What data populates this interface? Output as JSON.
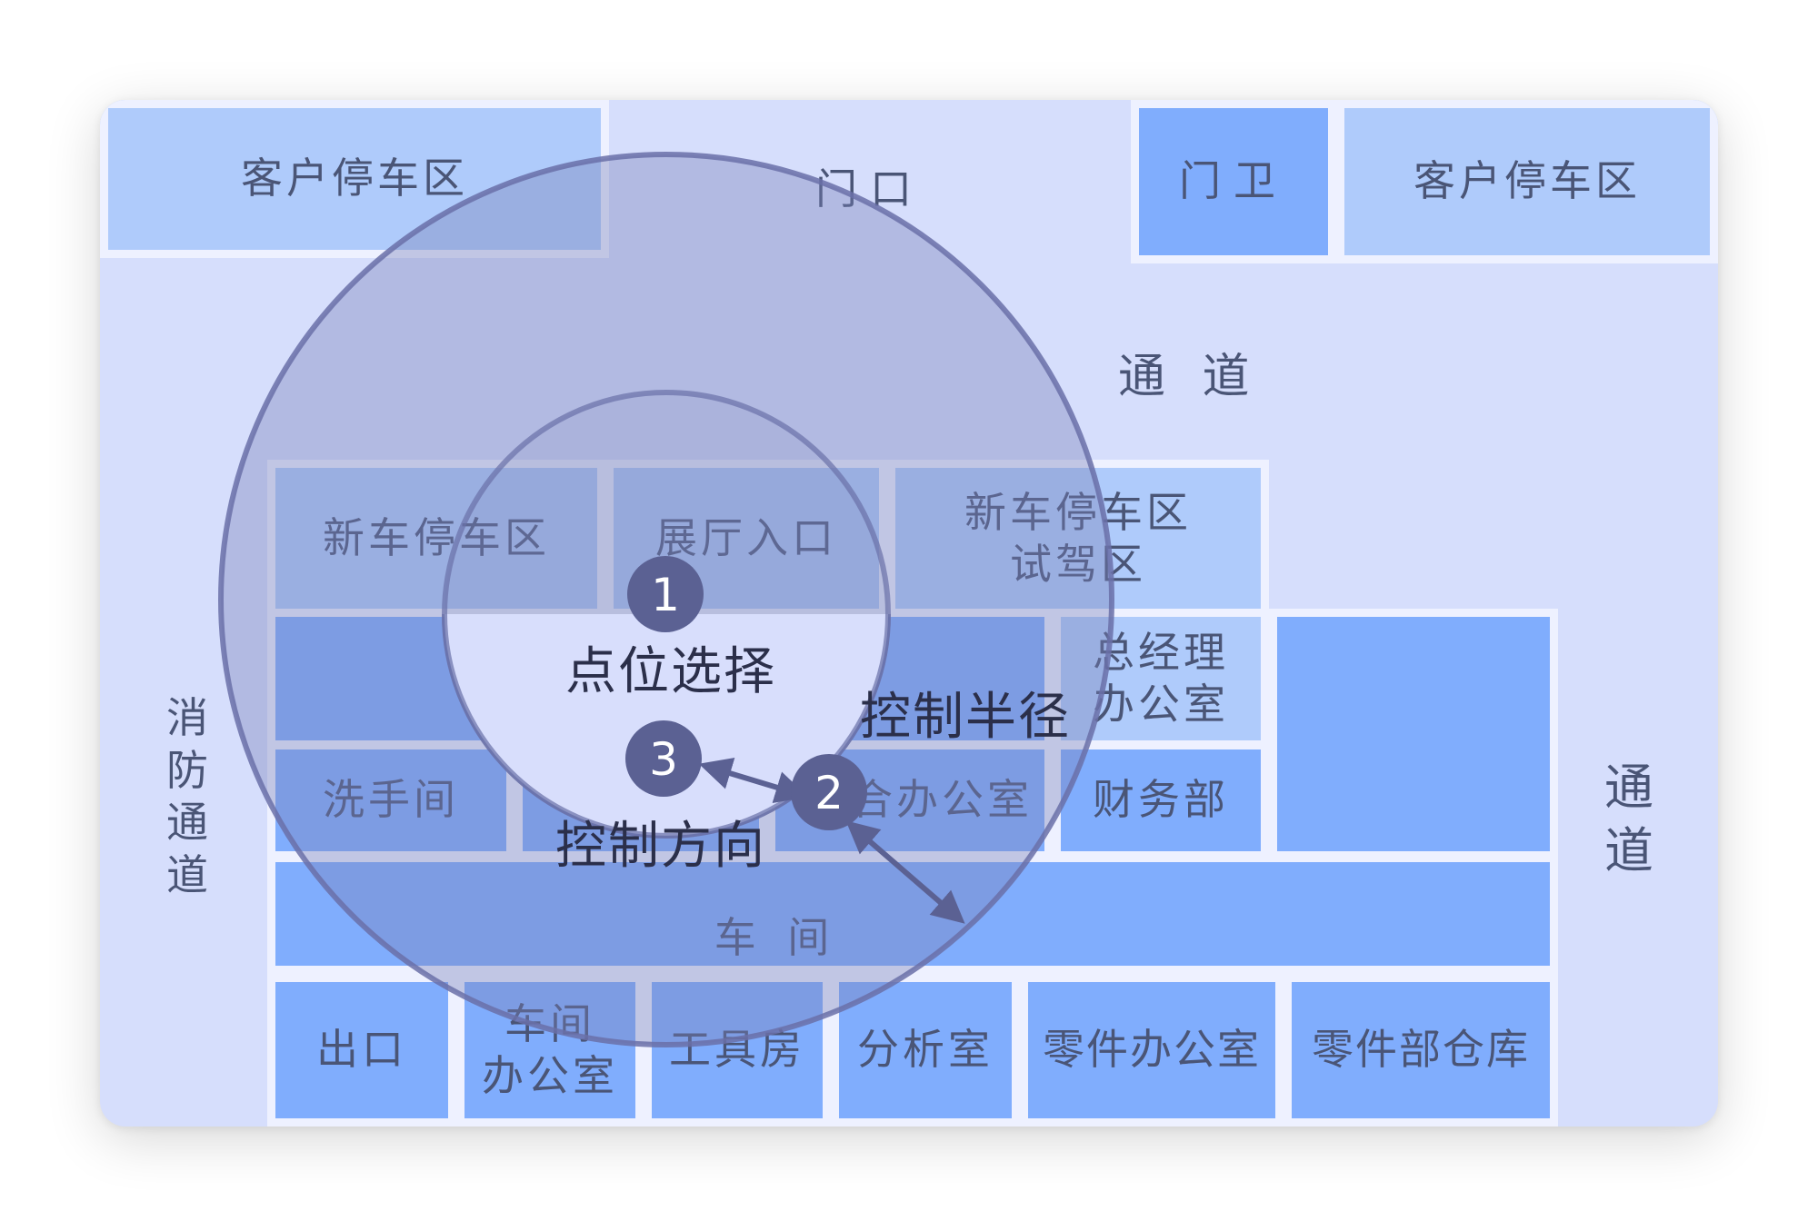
{
  "map": {
    "zones": {
      "parking_top_left": "客户停车区",
      "gate": "门口",
      "guard": "门卫",
      "parking_top_right": "客户停车区",
      "passage_top": "通 道",
      "new_car_parking": "新车停车区",
      "showroom_entrance": "展厅入口",
      "new_car_test_drive": "新车停车区\n试驾区",
      "gm_office": "总经理\n办公室",
      "restroom": "洗手间",
      "general_office": "综合办公室",
      "finance": "财务部",
      "workshop": "车 间",
      "exit": "出口",
      "workshop_office": "车间\n办公室",
      "tool_room": "工具房",
      "analysis_room": "分析室",
      "parts_office": "零件办公室",
      "parts_warehouse": "零件部仓库",
      "fire_passage": "消防通道",
      "passage_right": "通道"
    }
  },
  "overlay": {
    "badges": [
      "1",
      "3",
      "2"
    ],
    "point_select": "点位选择",
    "control_radius": "控制半径",
    "control_direction": "控制方向"
  },
  "colors": {
    "background": "#d6defc",
    "zone_light": "#afcbfb",
    "zone_mid": "#80adfd",
    "circle_fill": "#7a80b8",
    "circle_stroke": "#6a70a8",
    "badge": "#5b6193"
  }
}
